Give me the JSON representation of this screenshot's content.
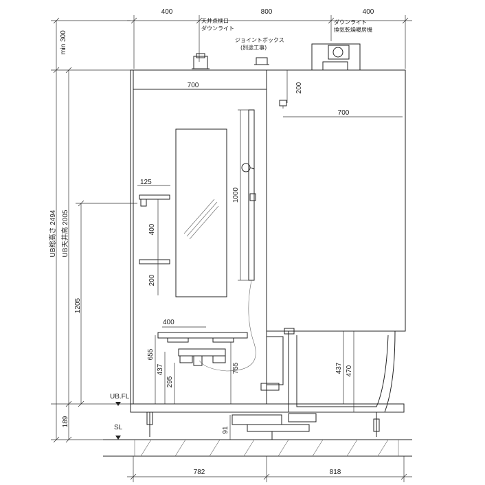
{
  "dimensions": {
    "top_left": "400",
    "top_center": "800",
    "top_right": "400",
    "min_ceiling": "min 300",
    "mirror_width": "700",
    "shelf_depth": "125",
    "shelf_spacing_1": "400",
    "shelf_spacing_2": "200",
    "shower_bar": "1000",
    "counter_width": "400",
    "faucet_655": "655",
    "faucet_437_left": "437",
    "faucet_295": "295",
    "hose_755": "755",
    "total_height": "UB総高さ 2494",
    "ceiling_height": "UB天井高 2005",
    "mirror_height": "1205",
    "base_height": "189",
    "drain_91": "91",
    "right_vent_200": "200",
    "right_ceiling_700": "700",
    "tub_437": "437",
    "tub_470": "470",
    "bottom_left": "782",
    "bottom_right": "818"
  },
  "labels": {
    "ceiling_inspection": "天井点検口",
    "downlight_left": "ダウンライト",
    "junction_box": "ジョイントボックス",
    "separate_work": "(別途工事)",
    "downlight_right": "ダウンライト",
    "ventilation": "換気乾燥暖房機",
    "ub_fl": "UB.FL",
    "sl": "SL"
  }
}
